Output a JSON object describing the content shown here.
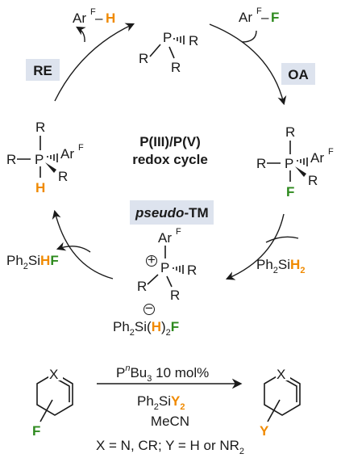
{
  "cycle": {
    "title_line1": "P(III)/P(V)",
    "title_line2": "redox cycle",
    "pseudo_italic": "pseudo",
    "pseudo_rest": "-TM",
    "steps": {
      "re": "RE",
      "oa": "OA"
    }
  },
  "atoms": {
    "R": "R",
    "P": "P",
    "ArF_base": "Ar",
    "ArF_sup": "F",
    "H": "H",
    "F": "F",
    "minus": "–",
    "plus": "+",
    "minus_sign": "−"
  },
  "species": {
    "ph2si_base": "Ph",
    "ph2si_sub": "2",
    "ph2si_si": "Si",
    "product_HF_H": "H",
    "product_HF_F": "F",
    "reagent_H2_sub": "2",
    "anion_open": "(",
    "anion_close": ")",
    "anion_sub": "2"
  },
  "reaction": {
    "cat_P": "P",
    "cat_n": "n",
    "cat_rest": "Bu",
    "cat_sub": "3",
    "cat_loading": " 10 mol%",
    "reagent_Y": "Y",
    "reagent_sub": "2",
    "solvent": "MeCN",
    "X": "X",
    "substrate_F": "F",
    "product_Y": "Y",
    "scope_text": "X = N, CR; Y = H or NR",
    "scope_sub": "2"
  },
  "colors": {
    "hydrogen": "#f08a00",
    "fluorine": "#2e8a1e",
    "label_bg": "#dde3ee"
  }
}
